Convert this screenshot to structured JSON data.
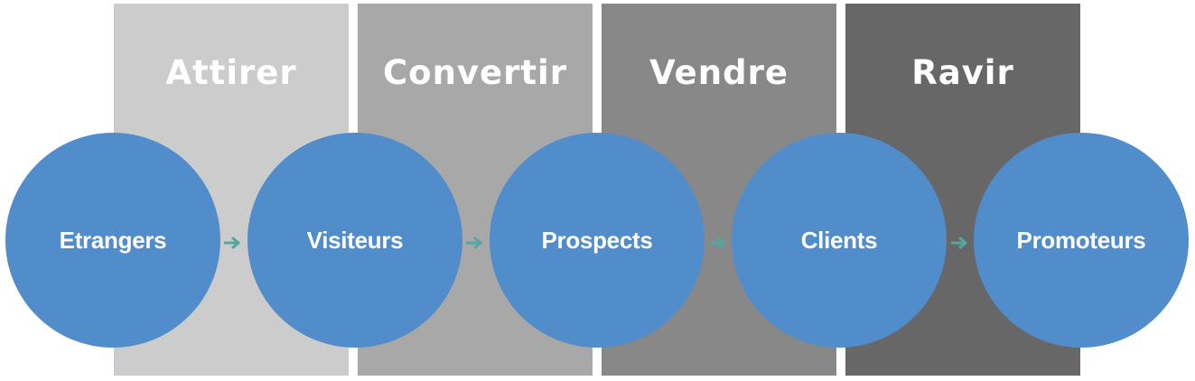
{
  "stages": [
    {
      "label": "Attirer",
      "color": "#cccccc"
    },
    {
      "label": "Convertir",
      "color": "#a8a8a8"
    },
    {
      "label": "Vendre",
      "color": "#888888"
    },
    {
      "label": "Ravir",
      "color": "#676767"
    }
  ],
  "nodes": [
    {
      "label": "Etrangers"
    },
    {
      "label": "Visiteurs"
    },
    {
      "label": "Prospects"
    },
    {
      "label": "Clients"
    },
    {
      "label": "Promoteurs"
    }
  ],
  "colors": {
    "node": "#518ccb",
    "arrow": "#52a79f"
  }
}
